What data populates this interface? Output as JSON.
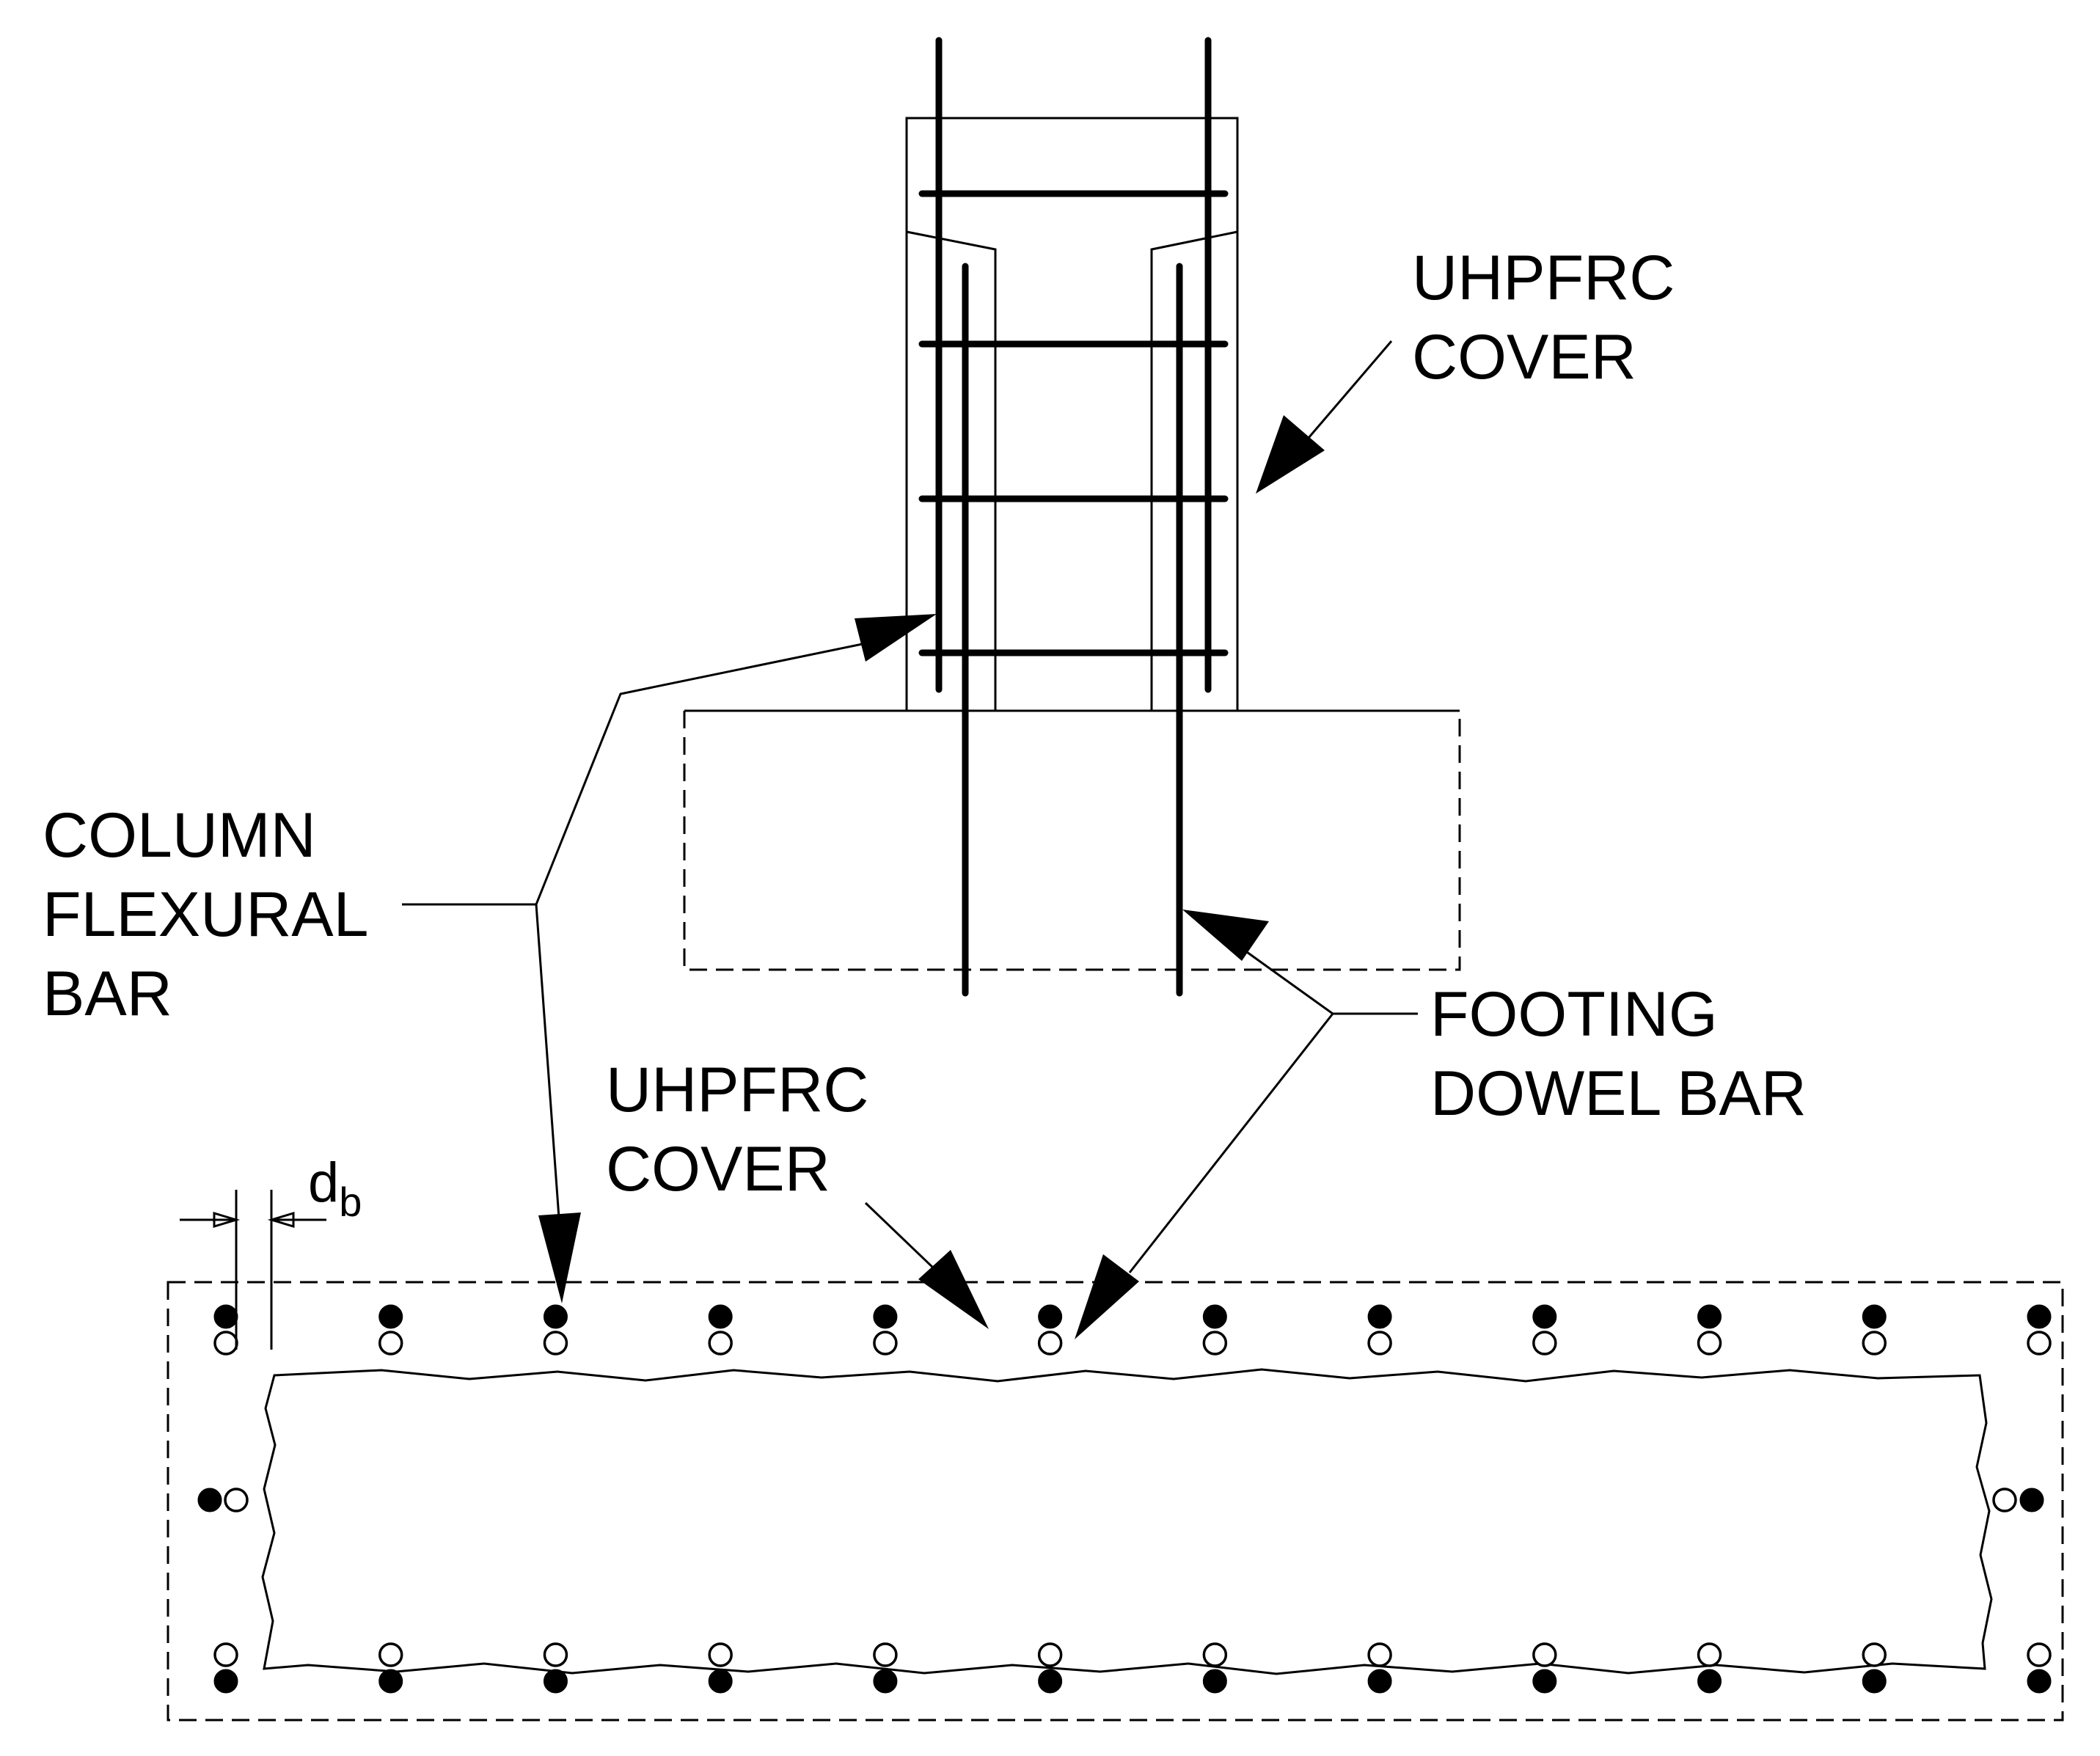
{
  "labels": {
    "uhpfrc_cover_top": [
      "UHPFRC",
      "COVER"
    ],
    "column_flexural_bar": [
      "COLUMN",
      "FLEXURAL",
      "BAR"
    ],
    "uhpfrc_cover_bottom": [
      "UHPFRC",
      "COVER"
    ],
    "footing_dowel_bar": [
      "FOOTING",
      "DOWEL BAR"
    ],
    "bar_diameter": {
      "main": "d",
      "subscript": "b"
    }
  },
  "section": {
    "top_row_count": 12,
    "bottom_row_count": 12,
    "side_pairs": 2
  },
  "legend_symbols": {
    "solid_circle": "column-flexural-bar",
    "open_circle": "footing-dowel-bar"
  }
}
